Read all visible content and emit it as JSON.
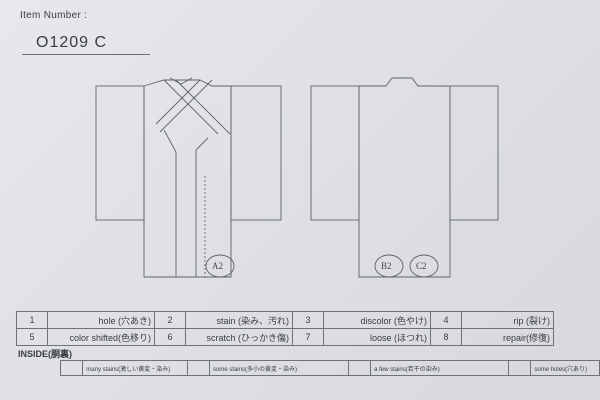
{
  "header": {
    "item_number_label": "Item Number :",
    "item_number_value": "O1209  C"
  },
  "marks": {
    "front": "A2",
    "back_left": "B2",
    "back_right": "C2"
  },
  "defect_legend": [
    {
      "num": "1",
      "label": "hole (穴あき)"
    },
    {
      "num": "2",
      "label": "stain (染み、汚れ)"
    },
    {
      "num": "3",
      "label": "discolor (色やけ)"
    },
    {
      "num": "4",
      "label": "rip (裂け)"
    },
    {
      "num": "5",
      "label": "color shifted(色移り)"
    },
    {
      "num": "6",
      "label": "scratch (ひっかき傷)"
    },
    {
      "num": "7",
      "label": "loose (ほつれ)"
    },
    {
      "num": "8",
      "label": "repair(修復)"
    }
  ],
  "inside": {
    "title": "INSIDE(胴裏)",
    "items": [
      "many stains(激しい黄変・染み)",
      "some stains(多小の黄変・染み)",
      "a few stains(若干の染み)",
      "some holes(穴あり)"
    ]
  }
}
